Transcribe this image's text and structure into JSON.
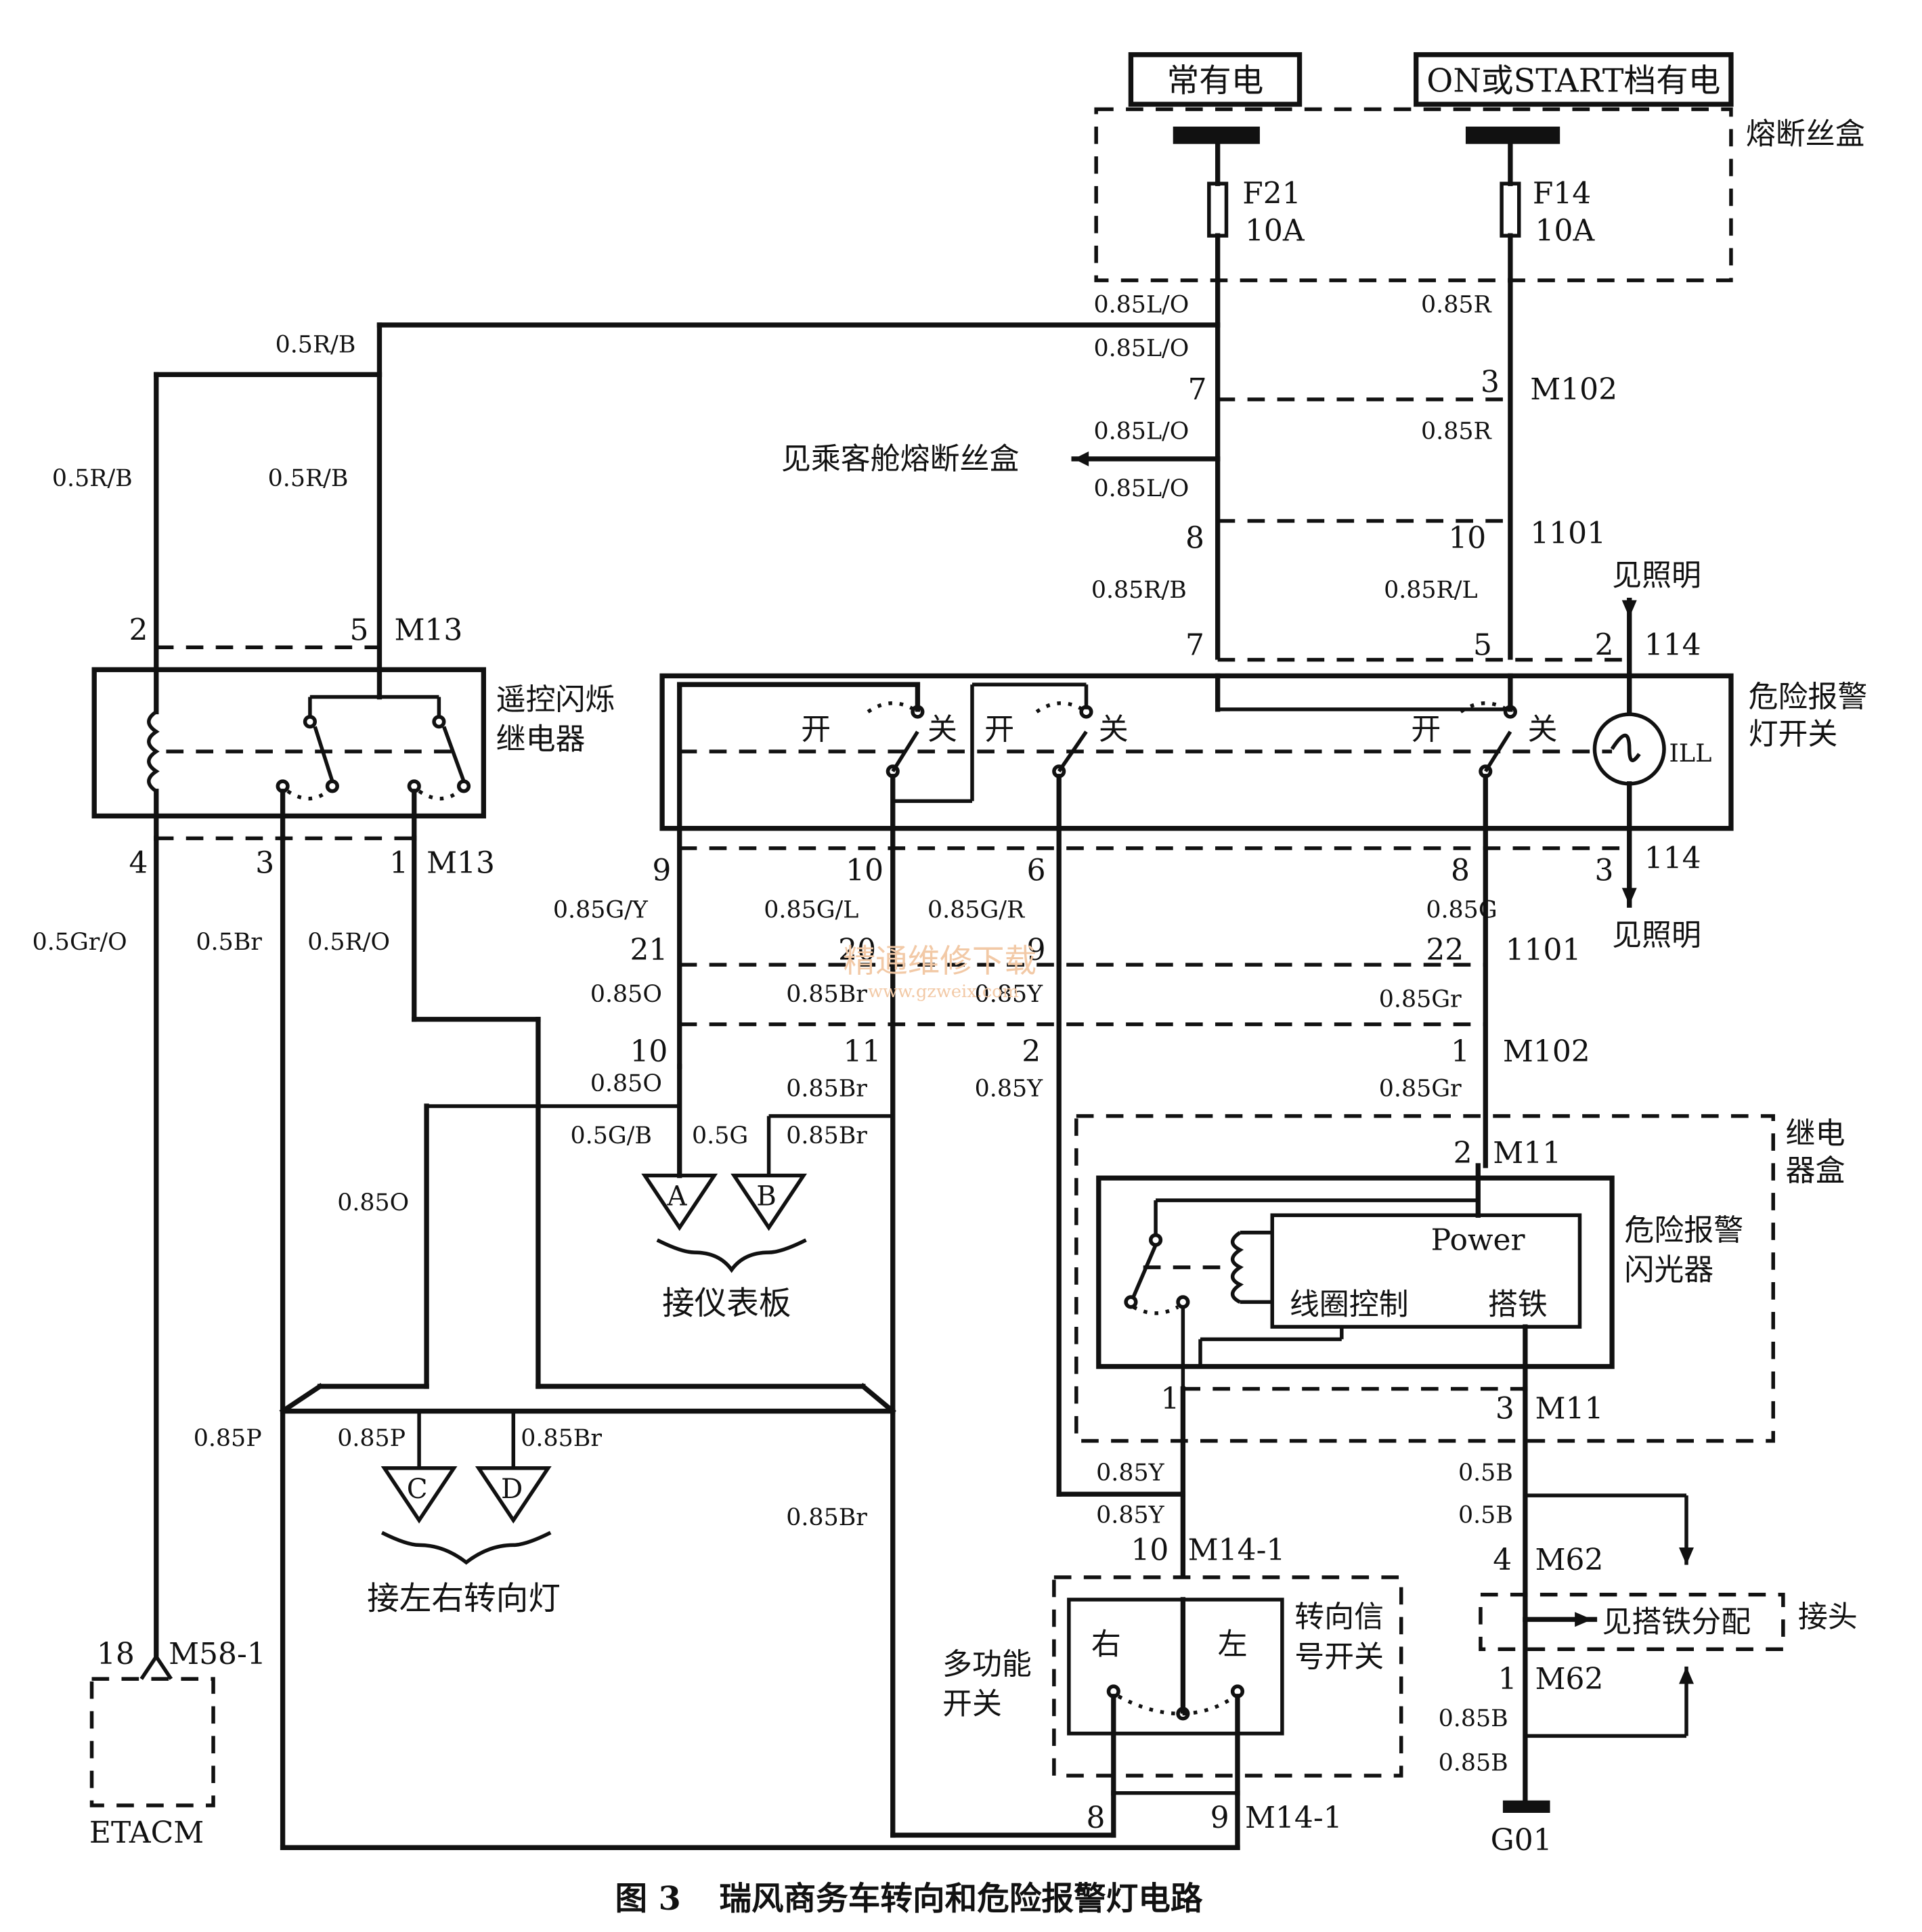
{
  "power": {
    "constant": "常有电",
    "on_start": "ON或START档有电"
  },
  "fuse_box": {
    "title": "熔断丝盒",
    "f21_name": "F21",
    "f21_rating": "10A",
    "f14_name": "F14",
    "f14_rating": "10A"
  },
  "wires": {
    "w_085lo": "0.85L/O",
    "w_085r": "0.85R",
    "w_05rb": "0.5R/B",
    "w_085rb": "0.85R/B",
    "w_085rl": "0.85R/L",
    "w_05gro": "0.5Gr/O",
    "w_05br": "0.5Br",
    "w_05ro": "0.5R/O",
    "w_085gy": "0.85G/Y",
    "w_085gl": "0.85G/L",
    "w_085gr": "0.85G/R",
    "w_085g": "0.85G",
    "w_085o": "0.85O",
    "w_085br": "0.85Br",
    "w_085y": "0.85Y",
    "w_085grey": "0.85Gr",
    "w_05gb": "0.5G/B",
    "w_05g": "0.5G",
    "w_085p": "0.85P",
    "w_05b": "0.5B",
    "w_085b": "0.85B"
  },
  "pins": {
    "p7": "7",
    "p3": "3",
    "p8": "8",
    "p10": "10",
    "p5": "5",
    "p2": "2",
    "p4": "4",
    "p1": "1",
    "p9": "9",
    "p6": "6",
    "p21": "21",
    "p20": "20",
    "p22": "22",
    "p11": "11",
    "p18": "18"
  },
  "connectors": {
    "m102": "M102",
    "c1101": "1101",
    "c114": "114",
    "m13": "M13",
    "m11": "M11",
    "m14_1": "M14-1",
    "m62": "M62",
    "m58_1": "M58-1",
    "g01": "G01",
    "etacm": "ETACM"
  },
  "labels": {
    "see_cabin_fuse": "见乘客舱熔断丝盒",
    "see_lighting": "见照明",
    "remote_relay_1": "遥控闪烁",
    "remote_relay_2": "继电器",
    "hazard_switch_1": "危险报警",
    "hazard_switch_2": "灯开关",
    "open": "开",
    "close": "关",
    "ill": "ILL",
    "relay_box_1": "继电",
    "relay_box_2": "器盒",
    "flasher_1": "危险报警",
    "flasher_2": "闪光器",
    "power": "Power",
    "coil_control": "线圈控制",
    "ground": "搭铁",
    "cluster": "接仪表板",
    "turn_lamps": "接左右转向灯",
    "multi_1": "多功能",
    "multi_2": "开关",
    "turn_switch_1": "转向信",
    "turn_switch_2": "号开关",
    "right": "右",
    "left": "左",
    "see_ground": "见搭铁分配",
    "joint": "接头",
    "a": "A",
    "b": "B",
    "c": "C",
    "d": "D"
  },
  "watermark": {
    "text": "精通维修下载",
    "url": "www.gzweix.com"
  },
  "caption": {
    "fig": "图 3",
    "title": "瑞风商务车转向和危险报警灯电路"
  }
}
